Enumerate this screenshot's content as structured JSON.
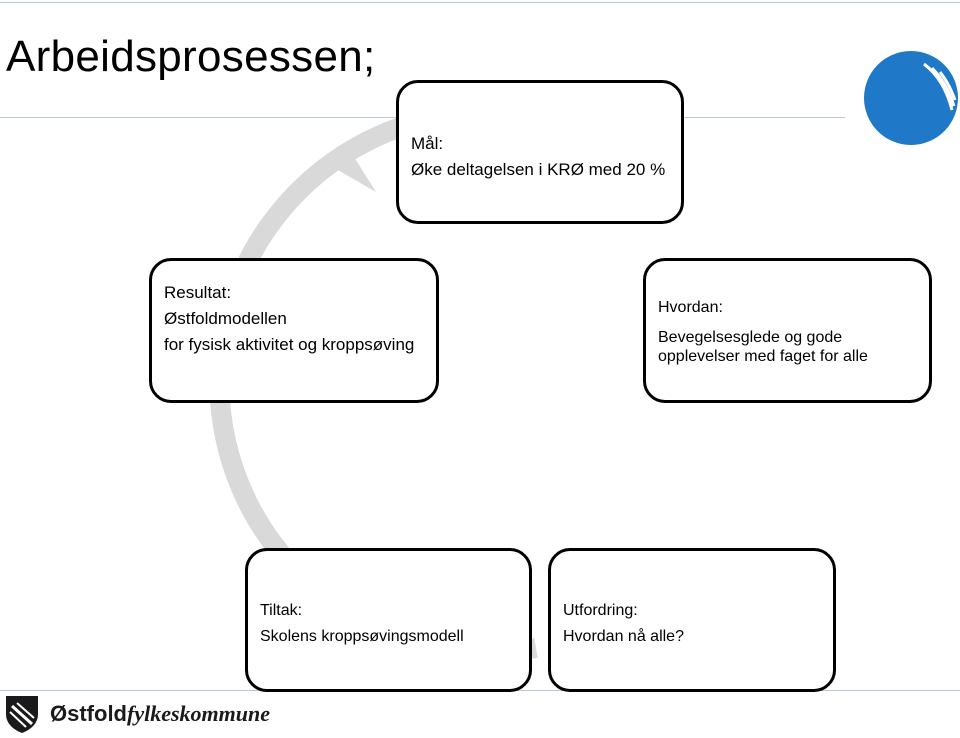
{
  "slide": {
    "title": "Arbeidsprosessen;"
  },
  "boxes": {
    "goal": {
      "heading": "Mål:",
      "lines": [
        "Øke deltagelsen i KRØ med 20 %"
      ]
    },
    "result": {
      "heading": "Resultat:",
      "lines": [
        "Østfoldmodellen",
        "for fysisk aktivitet og kroppsøving"
      ]
    },
    "how": {
      "heading": "Hvordan:",
      "lines": [
        "Bevegelsesglede og gode",
        "opplevelser med faget for alle"
      ]
    },
    "measures": {
      "heading": "Tiltak:",
      "lines": [
        "Skolens kroppsøvingsmodell"
      ]
    },
    "challenge": {
      "heading": "Utfordring:",
      "lines": [
        "Hvordan nå alle?"
      ]
    }
  },
  "footer": {
    "logo_bold": "Østfold",
    "logo_italic": "fylkeskommune"
  },
  "colors": {
    "cycle_arrow": "#d9d9d9",
    "logo_blue": "#1f78c8",
    "rule": "#b7c7d6",
    "box_border": "#000000"
  },
  "icons": {
    "corner": "blue-circle-logo-icon",
    "footer": "coat-of-arms-shield-icon"
  }
}
